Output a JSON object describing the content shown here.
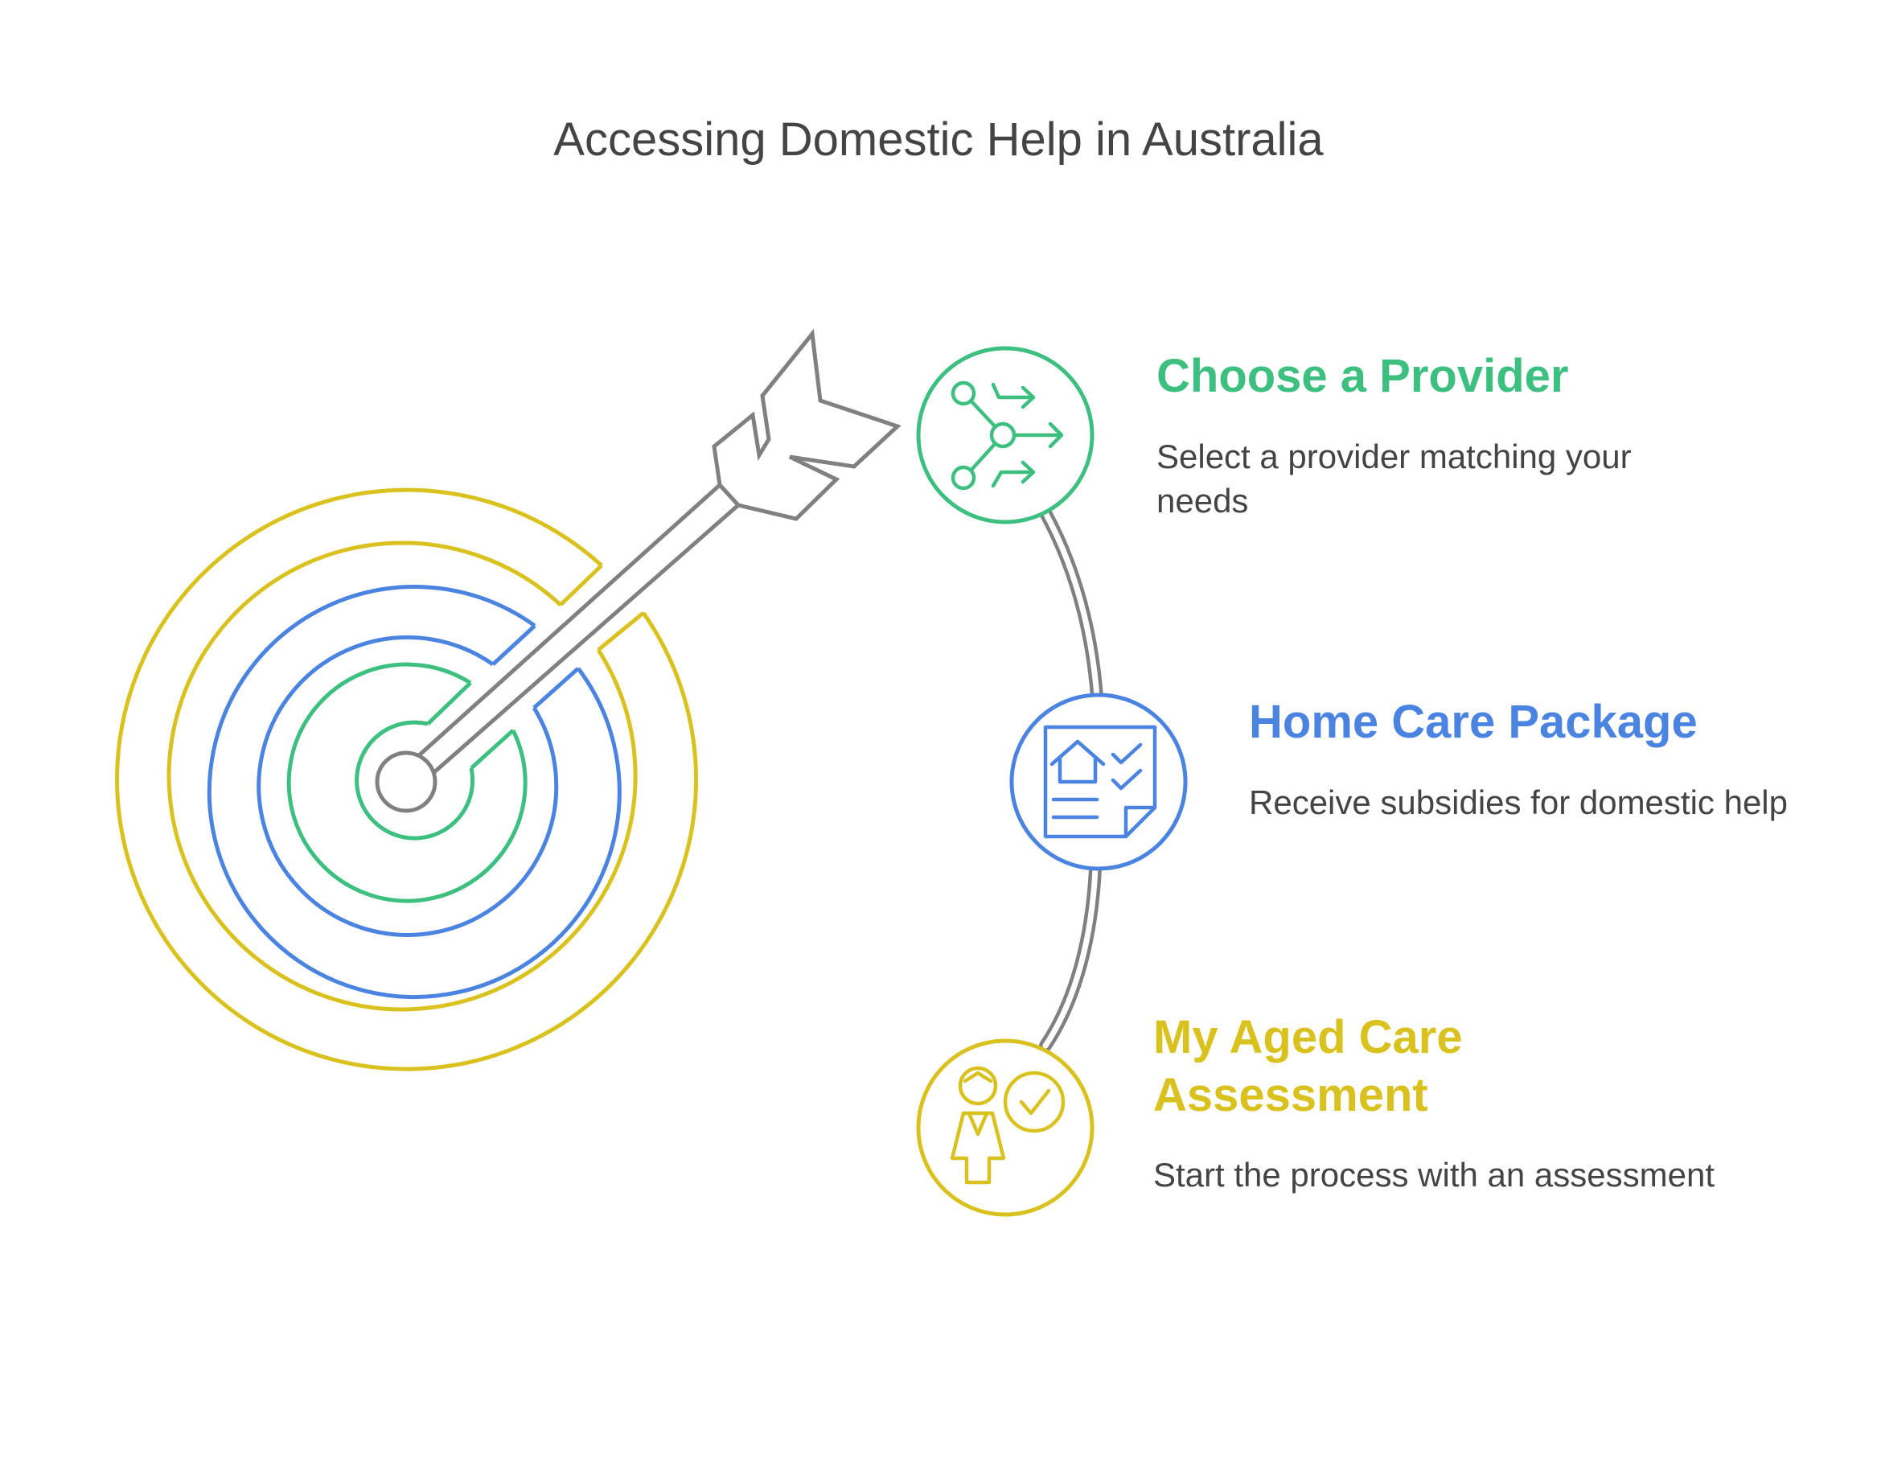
{
  "title": "Accessing Domestic Help in Australia",
  "colors": {
    "green": "#3dbf7f",
    "blue": "#4a84e0",
    "yellow": "#d9c21f",
    "gray": "#808080",
    "text": "#444444"
  },
  "steps": [
    {
      "title": "Choose a Provider",
      "description": "Select a provider matching your needs",
      "icon": "provider-branch-arrows-icon",
      "color": "green"
    },
    {
      "title": "Home Care Package",
      "description": "Receive subsidies for domestic help",
      "icon": "home-checklist-document-icon",
      "color": "blue"
    },
    {
      "title": "My Aged Care Assessment",
      "description": "Start the process with an assessment",
      "icon": "person-checkmark-icon",
      "color": "yellow"
    }
  ],
  "decoration": {
    "target": "target-icon",
    "arrow": "arrow-icon"
  }
}
